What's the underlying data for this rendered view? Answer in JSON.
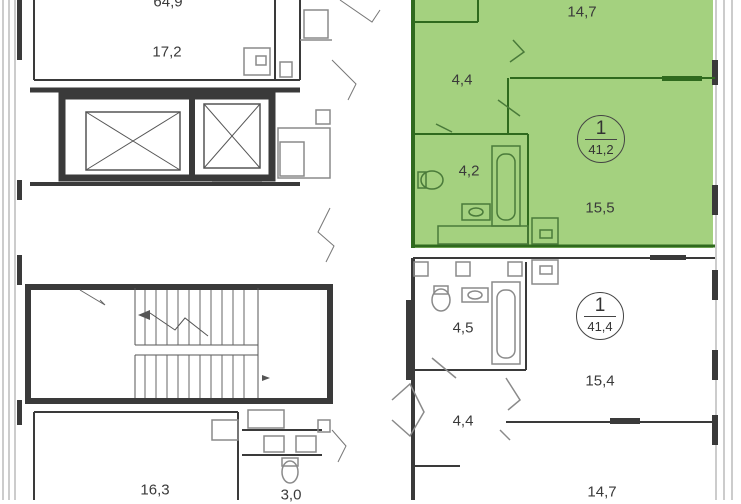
{
  "room_areas": {
    "top_left_partial": "64,9",
    "top_left_room": "17,2",
    "bottom_left_room": "16,3",
    "bottom_bath": "3,0",
    "green_top_room": "14,7",
    "green_hall": "4,4",
    "green_bath": "4,2",
    "green_living": "15,5",
    "white_bath": "4,5",
    "white_living": "15,4",
    "white_hall": "4,4",
    "white_bottom_room": "14,7"
  },
  "apartments": [
    {
      "rooms": "1",
      "area": "41,2"
    },
    {
      "rooms": "1",
      "area": "41,4"
    }
  ],
  "colors": {
    "highlight": "#a4d17f",
    "highlight_wall": "#2f6a1e",
    "wall": "#3a3a3a",
    "thin_wall": "#8a8a8a"
  }
}
